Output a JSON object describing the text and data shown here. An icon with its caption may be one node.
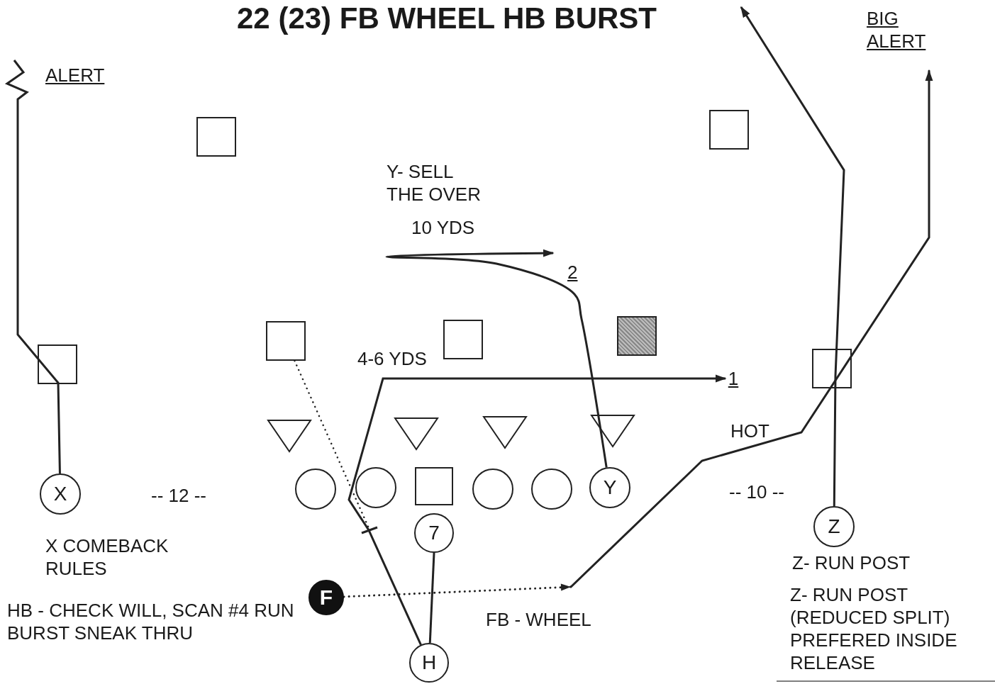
{
  "diagram": {
    "title": "22 (23) FB WHEEL HB BURST",
    "nodes": [
      {
        "text": [],
        "shape": "box"
      },
      {
        "text": [],
        "shape": "box"
      },
      {
        "text": [],
        "shape": "box"
      },
      {
        "text": [],
        "shape": "box"
      },
      {
        "text": [],
        "shape": "box"
      },
      {
        "text": [],
        "shape": "box"
      },
      {
        "text": [],
        "shape": "box"
      },
      {
        "text": [],
        "shape": "triangle"
      },
      {
        "text": [],
        "shape": "triangle"
      },
      {
        "text": [],
        "shape": "triangle"
      },
      {
        "text": [],
        "shape": "triangle"
      },
      {
        "text": [],
        "shape": "circle"
      },
      {
        "text": [],
        "shape": "circle"
      },
      {
        "text": [],
        "shape": "box"
      },
      {
        "text": [],
        "shape": "circle"
      },
      {
        "text": [],
        "shape": "circle"
      },
      {
        "text": [
          "X"
        ],
        "beside": [
          "X COMEBACK RULES"
        ]
      },
      {
        "text": [
          "Y"
        ]
      },
      {
        "text": [
          "7"
        ]
      },
      {
        "text": [
          "Z"
        ],
        "beside": [
          "Z- RUN POST"
        ]
      },
      {
        "text": [
          "F"
        ]
      },
      {
        "text": [
          "H"
        ]
      },
      {
        "text": [
          "1"
        ]
      }
    ],
    "edges": [
      {
        "from": 16,
        "to": null,
        "arrow": "none"
      },
      {
        "from": 17,
        "to": null,
        "arrow": "to"
      },
      {
        "from": 21,
        "to": 22,
        "arrow": "to"
      },
      {
        "from": 2,
        "to": null,
        "arrow": "none",
        "style": "dashed"
      },
      {
        "from": 18,
        "to": 21,
        "arrow": "none"
      },
      {
        "from": 20,
        "to": null,
        "arrow": "to",
        "style": "dashed"
      },
      {
        "from": 19,
        "to": null,
        "arrow": "to"
      }
    ],
    "labels": [
      "BIG ALERT",
      "ALERT",
      "Y- SELL THE OVER",
      "10 YDS",
      "2",
      "4-6 YDS",
      "HOT",
      "-- 12 --",
      "-- 10 --",
      "HB - CHECK WILL, SCAN #4 RUN BURST SNEAK THRU",
      "FB - WHEEL",
      "Z- RUN POST (REDUCED SPLIT) PREFERED INSIDE RELEASE"
    ]
  }
}
